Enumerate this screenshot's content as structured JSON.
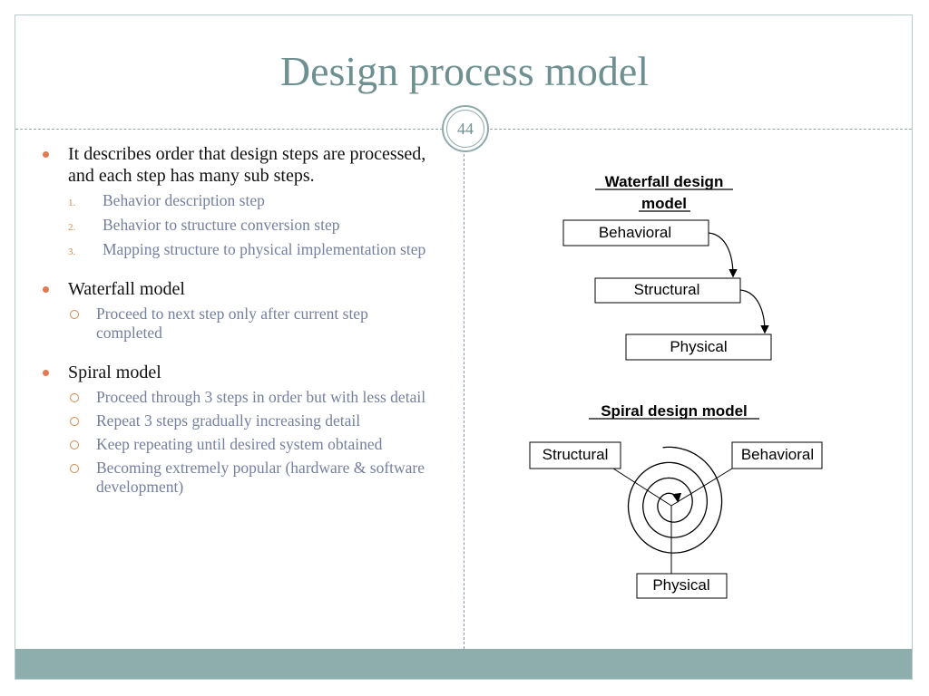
{
  "slide": {
    "title": "Design process model",
    "page_number": "44"
  },
  "bullets": [
    {
      "text": "It describes order that design steps are processed, and each step has many sub steps.",
      "sub_style": "numbered",
      "subs": [
        {
          "marker": "1.",
          "text": "Behavior description step"
        },
        {
          "marker": "2.",
          "text": "Behavior to structure conversion step"
        },
        {
          "marker": "3.",
          "text": "Mapping structure to physical implementation step"
        }
      ]
    },
    {
      "text": "Waterfall model",
      "sub_style": "circle",
      "subs": [
        {
          "text": "Proceed to next step only after current step completed"
        }
      ]
    },
    {
      "text": "Spiral model",
      "sub_style": "circle",
      "subs": [
        {
          "text": "Proceed through 3 steps in order but with less detail"
        },
        {
          "text": "Repeat 3 steps gradually increasing detail"
        },
        {
          "text": "Keep repeating until desired system obtained"
        },
        {
          "text": "Becoming extremely popular (hardware & software development)"
        }
      ]
    }
  ],
  "waterfall": {
    "title_line1": "Waterfall design",
    "title_line2": "model",
    "boxes": [
      "Behavioral",
      "Structural",
      "Physical"
    ]
  },
  "spiral": {
    "title": "Spiral design model",
    "structural": "Structural",
    "behavioral": "Behavioral",
    "physical": "Physical"
  },
  "colors": {
    "title": "#6f9090",
    "footer_band": "#8eaeae",
    "bullet_dot": "#e07a52",
    "sub_text": "#7580a0"
  }
}
